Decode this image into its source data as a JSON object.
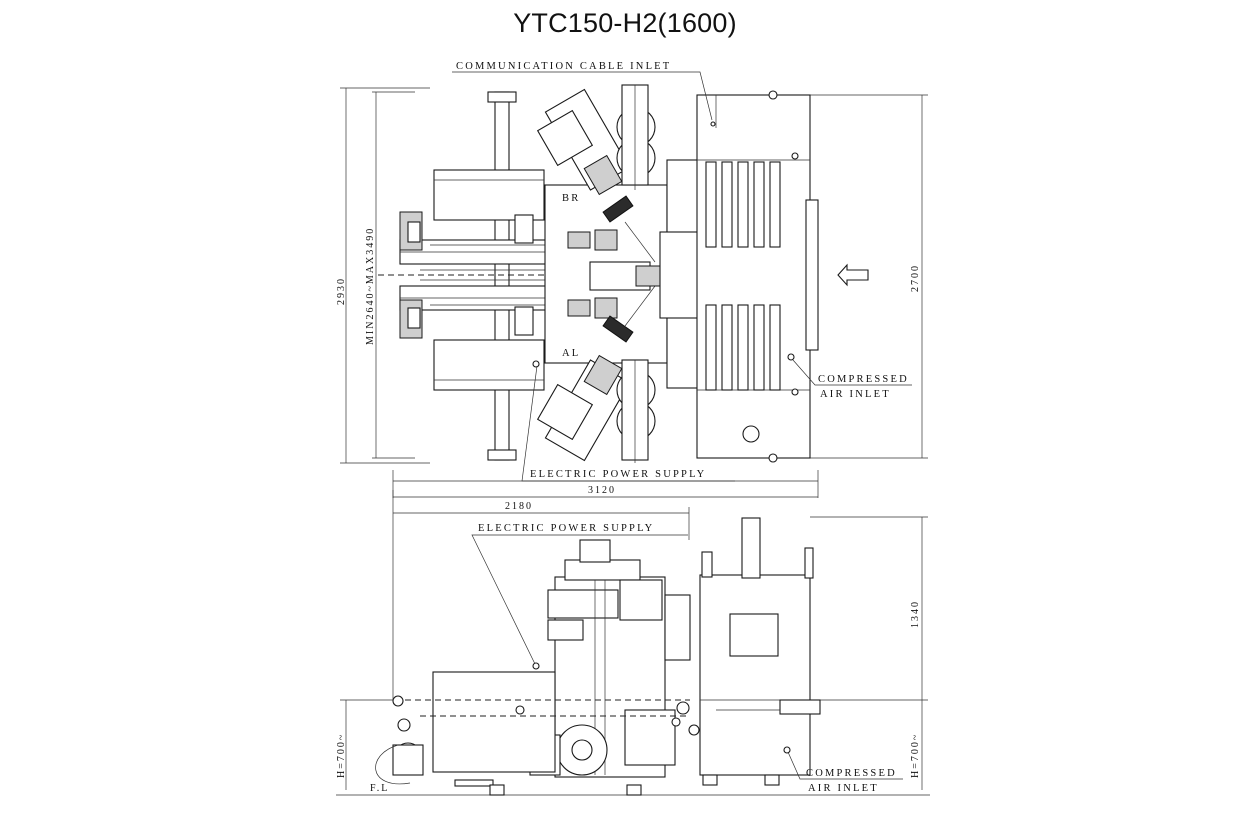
{
  "title": "YTC150-H2(1600)",
  "top_view": {
    "labels": {
      "communication_cable_inlet": "COMMUNICATION CABLE INLET",
      "compressed": "COMPRESSED",
      "air_inlet": "AIR INLET",
      "electric_power_supply": "ELECTRIC POWER SUPPLY",
      "br": "BR",
      "al": "AL"
    },
    "dimensions": {
      "left_outer": "2930",
      "left_inner": "MIN2640~MAX3490",
      "right": "2700",
      "bottom": "3120"
    }
  },
  "side_view": {
    "labels": {
      "electric_power_supply": "ELECTRIC POWER SUPPLY",
      "compressed": "COMPRESSED",
      "air_inlet": "AIR INLET",
      "floor_level": "F.L"
    },
    "dimensions": {
      "top": "2180",
      "right_height": "1340",
      "left_h": "H=700~",
      "right_h": "H=700~"
    }
  }
}
